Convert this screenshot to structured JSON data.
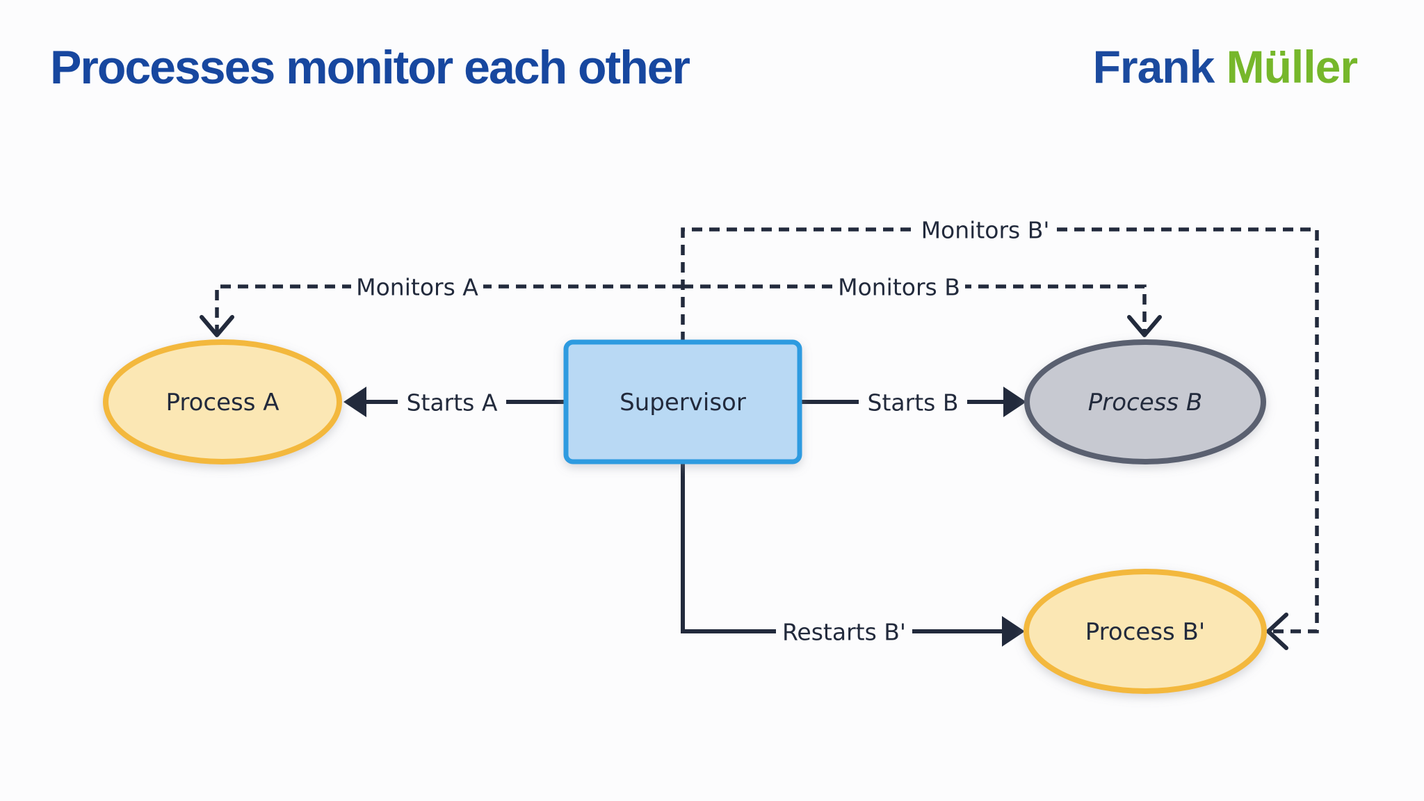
{
  "slide": {
    "title": "Processes monitor each other",
    "background_color": "#FCFCFD"
  },
  "logo": {
    "first": "Frank",
    "last": "Müller",
    "first_color": "#1B4A9E",
    "last_color": "#76B72B"
  },
  "diagram": {
    "line_color": "#222A3C",
    "nodes": [
      {
        "id": "process-a",
        "label": "Process A",
        "shape": "ellipse",
        "fill": "#FBE7B4",
        "stroke": "#F3B83E",
        "text_style": "normal"
      },
      {
        "id": "supervisor",
        "label": "Supervisor",
        "shape": "rect",
        "fill": "#B9D9F4",
        "stroke": "#2F9BE0",
        "text_style": "normal"
      },
      {
        "id": "process-b",
        "label": "Process B",
        "shape": "ellipse",
        "fill": "#C7C9D1",
        "stroke": "#5A6070",
        "text_style": "italic"
      },
      {
        "id": "process-b-prime",
        "label": "Process B'",
        "shape": "ellipse",
        "fill": "#FBE7B4",
        "stroke": "#F3B83E",
        "text_style": "normal"
      }
    ],
    "edges": [
      {
        "id": "starts-a",
        "label": "Starts A",
        "style": "solid",
        "from": "supervisor",
        "to": "process-a"
      },
      {
        "id": "starts-b",
        "label": "Starts B",
        "style": "solid",
        "from": "supervisor",
        "to": "process-b"
      },
      {
        "id": "restarts-b-prime",
        "label": "Restarts B'",
        "style": "solid",
        "from": "supervisor",
        "to": "process-b-prime"
      },
      {
        "id": "monitors-a",
        "label": "Monitors A",
        "style": "dashed",
        "from": "supervisor",
        "to": "process-a"
      },
      {
        "id": "monitors-b",
        "label": "Monitors B",
        "style": "dashed",
        "from": "supervisor",
        "to": "process-b"
      },
      {
        "id": "monitors-b-prime",
        "label": "Monitors B'",
        "style": "dashed",
        "from": "supervisor",
        "to": "process-b-prime"
      }
    ]
  }
}
